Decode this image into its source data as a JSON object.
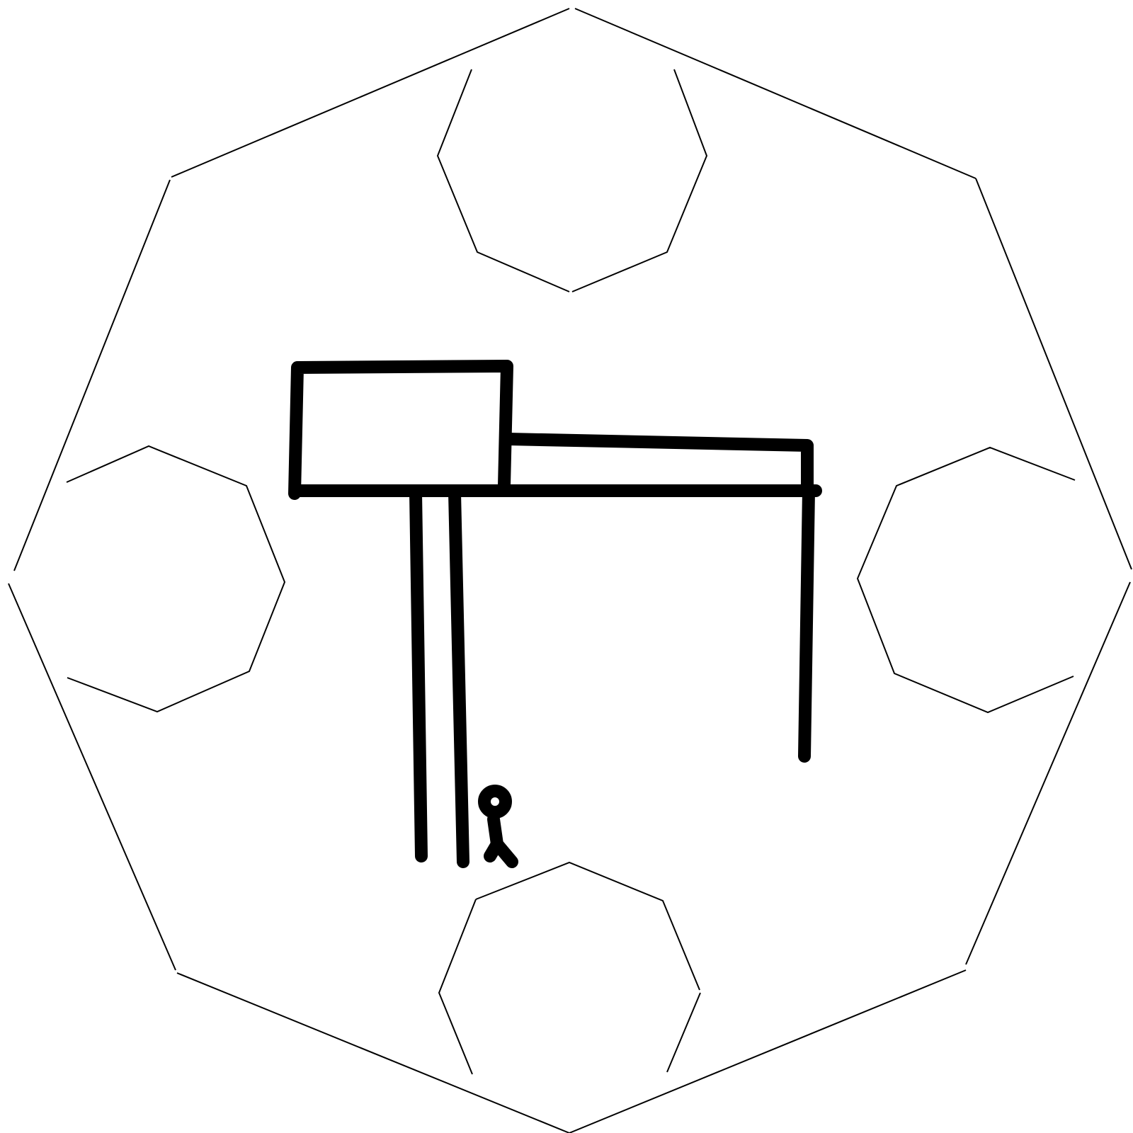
{
  "colors": {
    "background": "#ffffff",
    "stroke": "#000000"
  },
  "shapes": {
    "outer_polygon": "decagon-outline",
    "upper_octagon": "octagon-outline",
    "left_octagon": "octagon-outline",
    "right_octagon": "octagon-outline",
    "lower_octagon": "octagon-outline",
    "structure": "sketched-frame",
    "figure": "stick-figure"
  }
}
